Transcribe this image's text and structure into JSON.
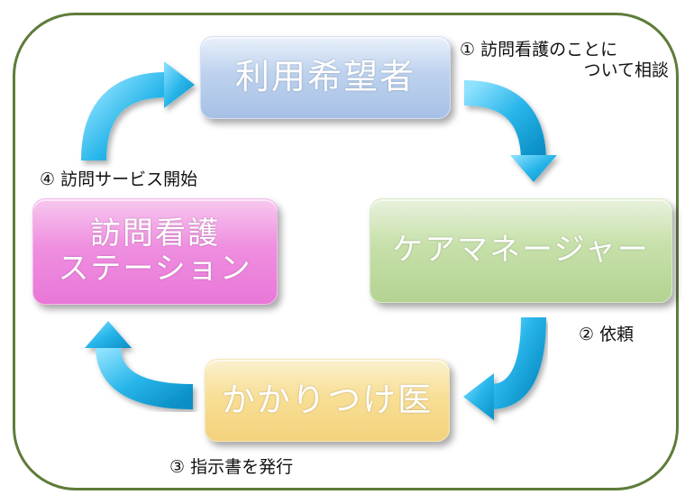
{
  "nodes": {
    "user": {
      "label": "利用希望者"
    },
    "care_manager": {
      "label": "ケアマネージャー"
    },
    "doctor": {
      "label": "かかりつけ医"
    },
    "station": {
      "line1": "訪問看護",
      "line2": "ステーション"
    }
  },
  "steps": {
    "step1": {
      "line1": "① 訪問看護のことに",
      "line2": "ついて相談"
    },
    "step2": {
      "text": "② 依頼"
    },
    "step3": {
      "text": "③ 指示書を発行"
    },
    "step4": {
      "text": "④ 訪問サービス開始"
    }
  },
  "colors": {
    "frame": "#5e7c3a",
    "arrow": "#1fb0e6",
    "user_box": "#a7c0e6",
    "care_box": "#b4d392",
    "doctor_box": "#f4d27d",
    "station_box": "#e977d8"
  }
}
